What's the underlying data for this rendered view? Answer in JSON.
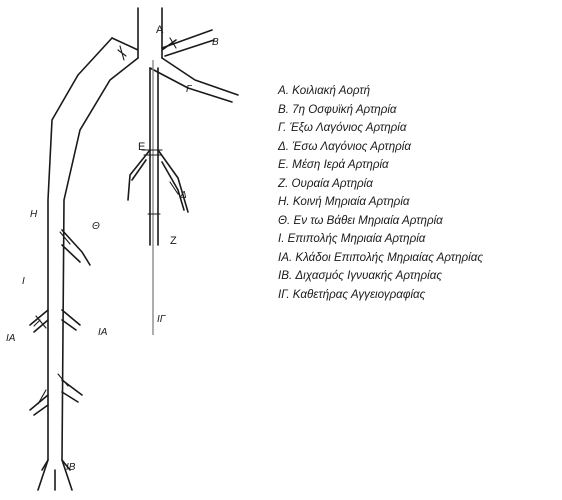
{
  "diagram_labels": {
    "A": "A",
    "B": "B",
    "G": "Γ",
    "E": "E",
    "D": "Δ",
    "Z": "Z",
    "H": "H",
    "TH": "Θ",
    "I": "I",
    "IA_left": "IA",
    "IA_right": "IA",
    "IB": "IB",
    "IG": "IΓ"
  },
  "legend": [
    "A.  Κοιλιακή  Αορτή",
    "B. 7η Οσφυϊκή Αρτηρία",
    "Γ.  Έξω Λαγόνιος Αρτηρία",
    "Δ.  Έσω Λαγόνιος Αρτηρία",
    "E.  Μέση Ιερά Αρτηρία",
    "Z. Ουραία Αρτηρία",
    "H.  Κοινή Μηριαία Αρτηρία",
    "Θ.  Εν τω Βάθει Μηριαία  Αρτηρία",
    "I.  Επιπολής Μηριαία Αρτηρία",
    "IA. Κλάδοι Επιπολής Μηριαίας Αρτηρίας",
    "IB. Διχασμός Ιγνυακής Αρτηρίας",
    "IΓ. Καθετήρας Αγγειογραφίας"
  ]
}
